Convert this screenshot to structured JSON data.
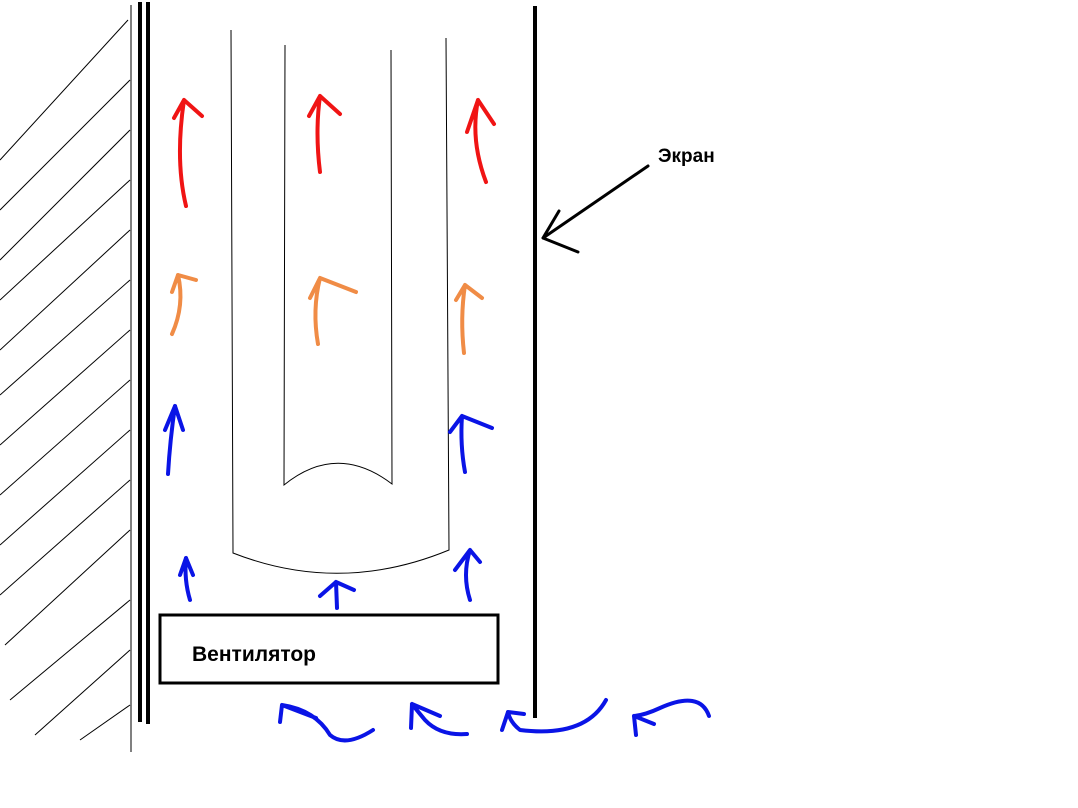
{
  "labels": {
    "screen": "Экран",
    "fan": "Вентилятор"
  },
  "colors": {
    "background": "#ffffff",
    "line": "#000000",
    "cold_air": "#0a14e6",
    "warm_air": "#f08c46",
    "hot_air": "#f01414"
  },
  "airflow_arrows": [
    {
      "name": "cold-air-arrow-left-lower",
      "level": "cold"
    },
    {
      "name": "cold-air-arrow-center-lower",
      "level": "cold"
    },
    {
      "name": "cold-air-arrow-right-lower",
      "level": "cold"
    },
    {
      "name": "cold-air-arrow-left-upper",
      "level": "cold"
    },
    {
      "name": "cold-air-arrow-right-upper",
      "level": "cold"
    },
    {
      "name": "warm-air-arrow-left",
      "level": "warm"
    },
    {
      "name": "warm-air-arrow-center",
      "level": "warm"
    },
    {
      "name": "warm-air-arrow-right",
      "level": "warm"
    },
    {
      "name": "hot-air-arrow-left",
      "level": "hot"
    },
    {
      "name": "hot-air-arrow-center",
      "level": "hot"
    },
    {
      "name": "hot-air-arrow-right",
      "level": "hot"
    },
    {
      "name": "intake-air-arrow-1",
      "level": "cold"
    },
    {
      "name": "intake-air-arrow-2",
      "level": "cold"
    },
    {
      "name": "intake-air-arrow-3",
      "level": "cold"
    },
    {
      "name": "intake-air-arrow-4",
      "level": "cold"
    }
  ]
}
